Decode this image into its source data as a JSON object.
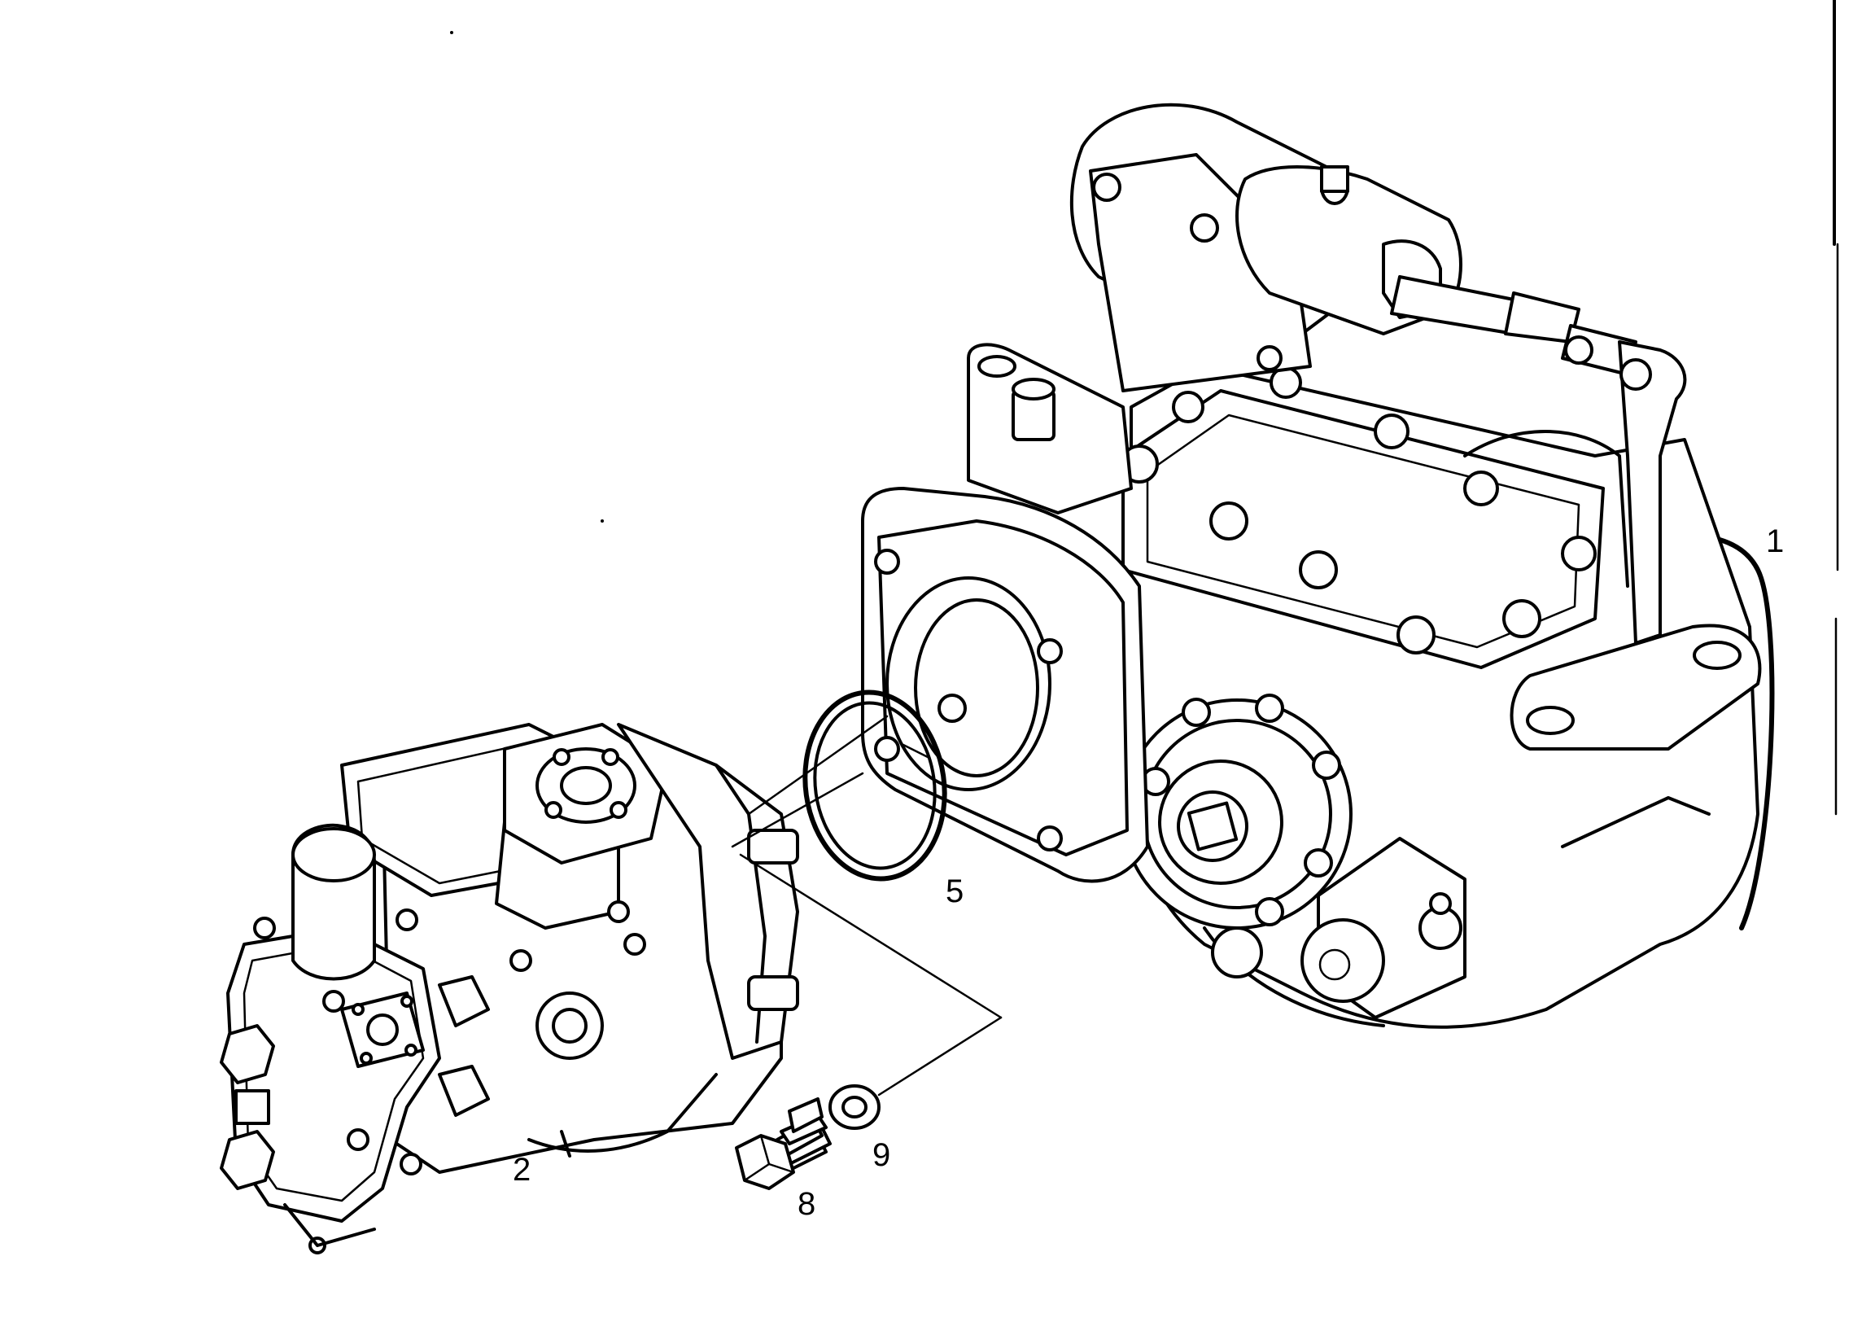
{
  "callouts": {
    "c1": "1",
    "c2": "2",
    "c5": "5",
    "c8": "8",
    "c9": "9"
  }
}
